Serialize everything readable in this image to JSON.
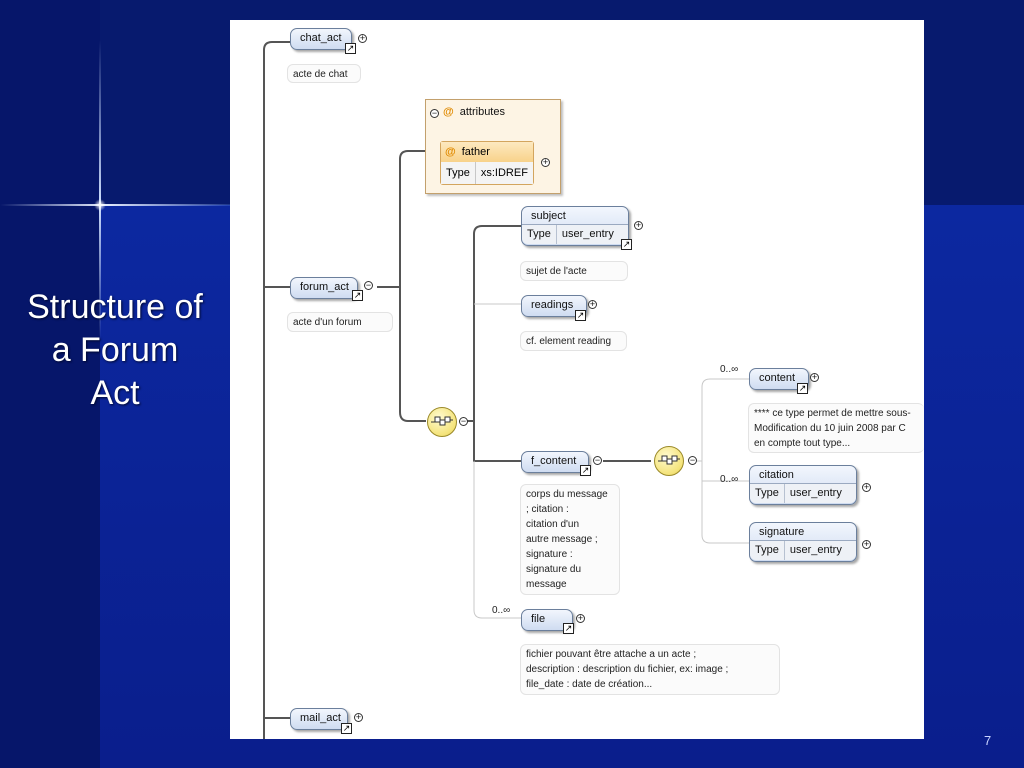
{
  "slide": {
    "title_lines": [
      "Structure of",
      "a Forum",
      "Act"
    ],
    "page_number": "7"
  },
  "diagram": {
    "nodes": {
      "chat_act": {
        "name": "chat_act",
        "doc": "acte de chat"
      },
      "forum_act": {
        "name": "forum_act",
        "doc": "acte d'un forum"
      },
      "mail_act": {
        "name": "mail_act"
      },
      "attributes": {
        "label": "attributes",
        "father": "father",
        "type_label": "Type",
        "type_value": "xs:IDREF"
      },
      "subject": {
        "name": "subject",
        "type_label": "Type",
        "type_value": "user_entry",
        "doc": "sujet de l'acte"
      },
      "readings": {
        "name": "readings",
        "doc": "cf. element reading"
      },
      "f_content": {
        "name": "f_content",
        "doc_lines": [
          "corps du message",
          "; citation :",
          "citation d'un",
          "autre message ;",
          "signature :",
          "signature du",
          "message"
        ]
      },
      "file": {
        "name": "file",
        "cardinality": "0..∞",
        "doc_lines": [
          "fichier pouvant être attache a un acte ;",
          "description : description du fichier, ex: image ;",
          "file_date : date de création..."
        ]
      },
      "content": {
        "name": "content",
        "cardinality": "0..∞",
        "doc_lines": [
          "**** ce type permet de mettre sous-",
          "Modification du 10 juin 2008 par C",
          "en compte tout type..."
        ]
      },
      "citation": {
        "name": "citation",
        "cardinality": "0..∞",
        "type_label": "Type",
        "type_value": "user_entry"
      },
      "signature": {
        "name": "signature",
        "type_label": "Type",
        "type_value": "user_entry"
      }
    }
  }
}
